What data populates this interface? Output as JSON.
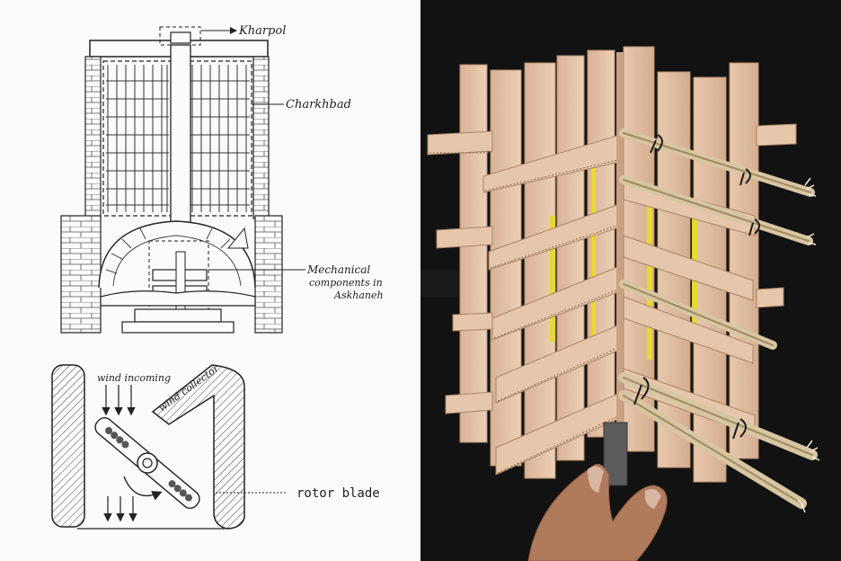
{
  "sketch": {
    "labels": {
      "kharpol": "Kharpol",
      "charkhbad": "Charkhbad",
      "mech_line1": "Mechanical",
      "mech_line2": "components in",
      "mech_line3": "Askhaneh",
      "wind_incoming": "wind incoming",
      "wind_collector": "wind collector",
      "rotor_blade": "rotor blade"
    }
  },
  "colors": {
    "ink": "#222222",
    "paper": "#fbfbfb",
    "cardboard": "#e3c4a6",
    "cardboard_dark": "#c9a586",
    "tape_yellow": "#e8d832",
    "background_photo": "#121212",
    "skin": "#b07a5c"
  }
}
